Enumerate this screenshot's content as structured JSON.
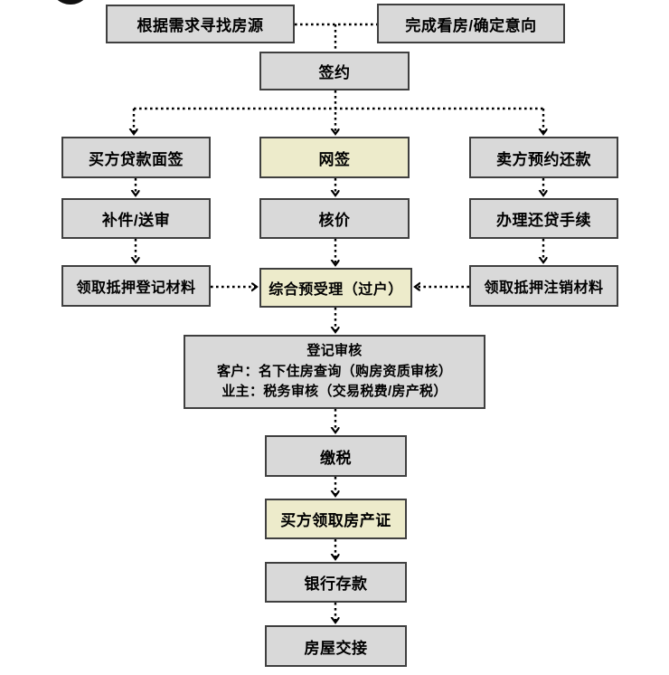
{
  "diagram": {
    "type": "flowchart",
    "nodes": {
      "find_house": {
        "label": "根据需求寻找房源"
      },
      "confirm_intent": {
        "label": "完成看房/确定意向"
      },
      "sign_contract": {
        "label": "签约"
      },
      "buyer_loan_interview": {
        "label": "买方贷款面签"
      },
      "online_sign": {
        "label": "网签"
      },
      "seller_repay_booking": {
        "label": "卖方预约还款"
      },
      "supplement_submit": {
        "label": "补件/送审"
      },
      "price_check": {
        "label": "核价"
      },
      "repay_loan": {
        "label": "办理还贷手续"
      },
      "mortgage_reg_materials": {
        "label": "领取抵押登记材料"
      },
      "pre_acceptance": {
        "label": "综合预受理（过户）"
      },
      "mortgage_cancel_materials": {
        "label": "领取抵押注销材料"
      },
      "registration_review": {
        "title": "登记审核",
        "line_customer": "客户：名下住房查询（购房资质审核）",
        "line_owner": "业主：税务审核（交易税费/房产税）"
      },
      "pay_tax": {
        "label": "缴税"
      },
      "buyer_deed": {
        "label": "买方领取房产证"
      },
      "bank_deposit": {
        "label": "银行存款"
      },
      "handover": {
        "label": "房屋交接"
      }
    },
    "colors": {
      "background": "#ffffff",
      "box_gray": "#d9d9d9",
      "box_yellow": "#edebcb",
      "border": "#3f3f3f",
      "connector": "#000000"
    }
  }
}
